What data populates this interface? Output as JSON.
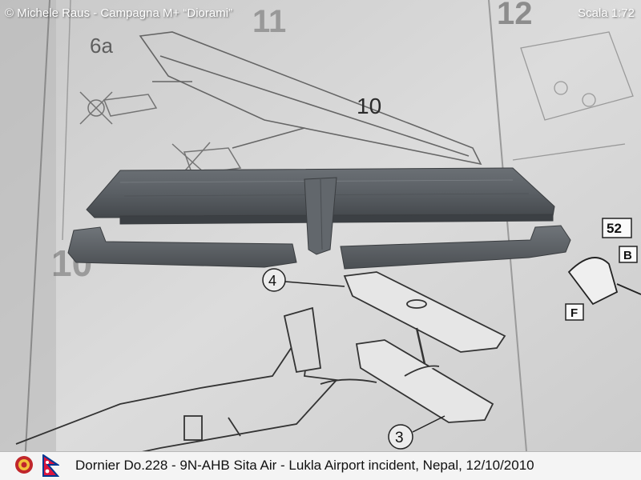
{
  "photo": {
    "credit": "© Michele Raus - Campagna M+ “Diorami”",
    "scale": "Scala 1:72"
  },
  "instructions": {
    "step_labels": [
      "6a",
      "10",
      "11",
      "12"
    ],
    "part_callouts": [
      "10",
      "4",
      "3",
      "52",
      "B",
      "F"
    ]
  },
  "footer": {
    "caption": "Dornier Do.228 - 9N-AHB Sita Air - Lukla Airport incident, Nepal, 12/10/2010"
  },
  "colors": {
    "paper": "#d6d6d6",
    "plastic": "#585d62",
    "footer_bg": "#f4f4f4"
  }
}
